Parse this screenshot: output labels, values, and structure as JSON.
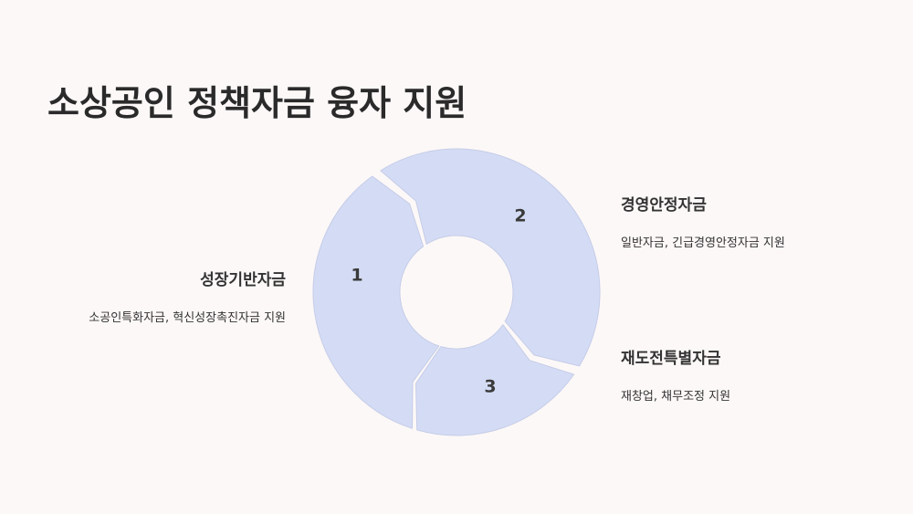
{
  "title": "소상공인 정책자금 융자 지원",
  "colors": {
    "background": "#fcf8f7",
    "segment_fill": "#d4dcf5",
    "segment_stroke": "#c5cce8",
    "gap": "#ffffff",
    "text": "#333333"
  },
  "segments": [
    {
      "number": "1",
      "heading": "성장기반자금",
      "description": "소공인특화자금, 혁신성장촉진자금 지원"
    },
    {
      "number": "2",
      "heading": "경영안정자금",
      "description": "일반자금, 긴급경영안정자금 지원"
    },
    {
      "number": "3",
      "heading": "재도전특별자금",
      "description": "재창업, 채무조정 지원"
    }
  ]
}
